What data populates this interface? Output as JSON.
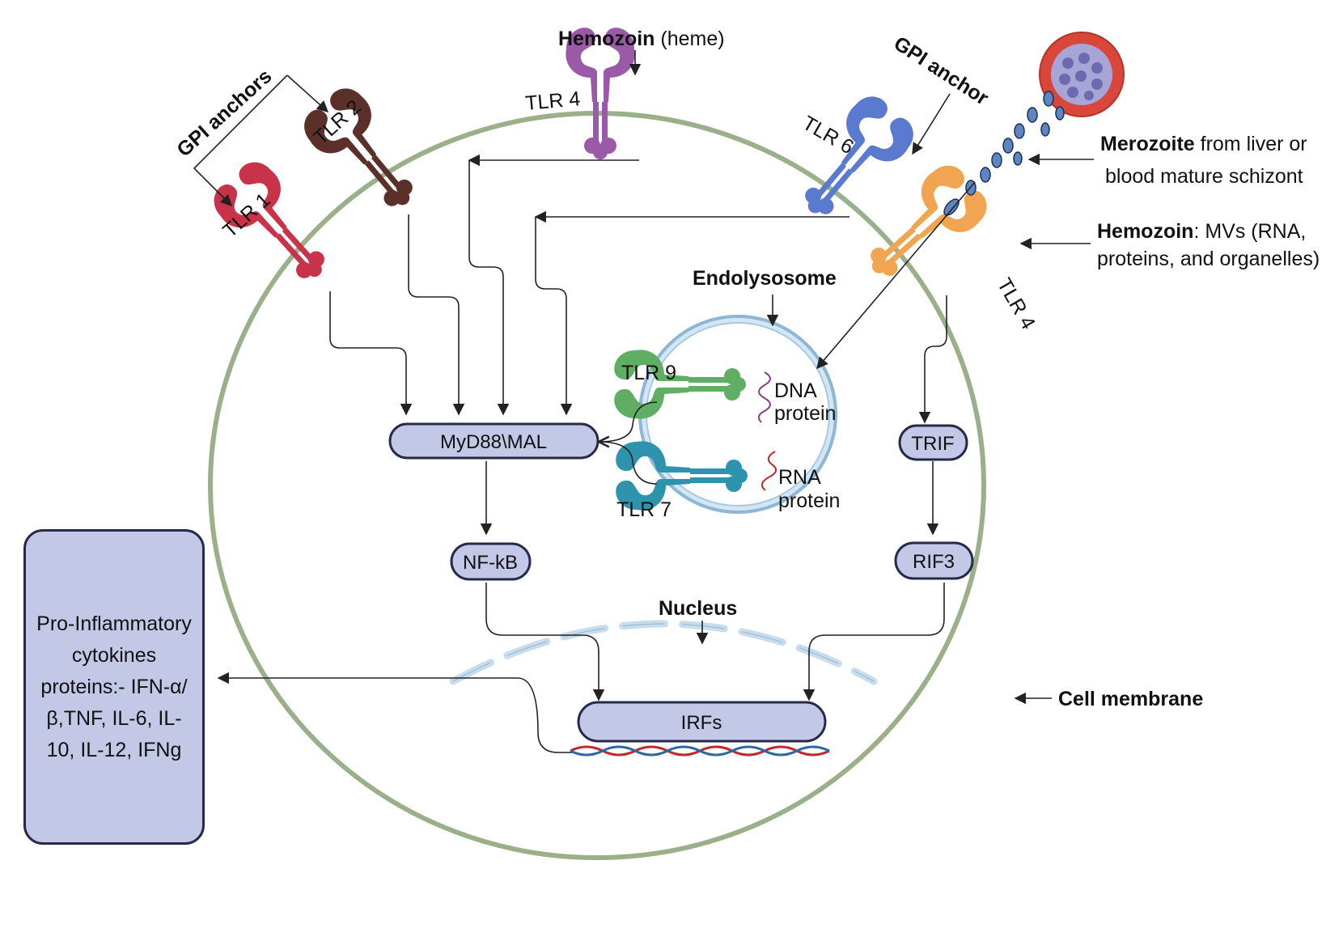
{
  "labels": {
    "hemozoin_top_bold": "Hemozoin",
    "hemozoin_top_rest": " (heme)",
    "gpi_anchors": "GPI anchors",
    "gpi_anchor": "GPI anchor",
    "tlr1": "TLR 1",
    "tlr2": "TLR 2",
    "tlr4_top": "TLR 4",
    "tlr6": "TLR 6",
    "tlr4_right": "TLR 4",
    "tlr9": "TLR 9",
    "tlr7": "TLR 7",
    "merozoite_bold": "Merozoite",
    "merozoite_rest": " from liver or",
    "merozoite_line2": "blood mature schizont",
    "hemozoin_right_bold": "Hemozoin",
    "hemozoin_right_rest": ":  MVs  (RNA,",
    "hemozoin_right_line2": "proteins, and organelles)",
    "endolysosome": "Endolysosome",
    "dna": "DNA",
    "dna_protein": "protein",
    "rna": "RNA",
    "rna_protein": "protein",
    "nucleus": "Nucleus",
    "cell_membrane": "Cell membrane"
  },
  "nodes": {
    "myd88": "MyD88\\MAL",
    "nfkb": "NF-kB",
    "trif": "TRIF",
    "rif3": "RIF3",
    "irfs": "IRFs"
  },
  "output": {
    "cytokines": "Pro-Inflammatory cytokines proteins:- IFN-α/β,TNF, IL-6, IL-10, IL-12, IFNg"
  },
  "colors": {
    "tlr1": "#c8334a",
    "tlr2": "#5a3028",
    "tlr4_top": "#9a5aa8",
    "tlr6": "#5a7ad0",
    "tlr4_right": "#f2a550",
    "tlr9": "#5fae63",
    "tlr7": "#2e94ad",
    "membrane": "#cfdcc2",
    "membrane_edge": "#9ab08a",
    "endo": "#d3e6f5",
    "endo_edge": "#8fb6d3",
    "node_fill": "#c3c8e6",
    "node_edge": "#252a4a",
    "dna_red": "#c0282c",
    "dna_blue": "#2a6aa0",
    "parasite": "#d9463a"
  }
}
